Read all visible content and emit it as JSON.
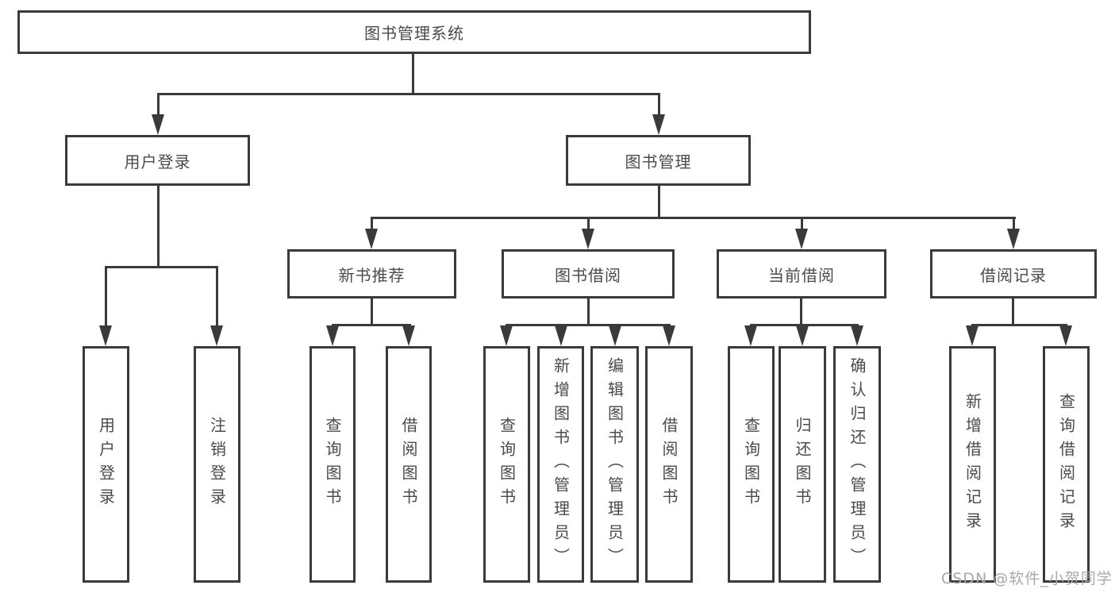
{
  "diagram": {
    "tree": {
      "root": "图书管理系统",
      "level2": [
        "用户登录",
        "图书管理"
      ],
      "login_children": [
        "用户登录",
        "注销登录"
      ],
      "level3": [
        "新书推荐",
        "图书借阅",
        "当前借阅",
        "借阅记录"
      ],
      "recommend_children": [
        "查询图书",
        "借阅图书"
      ],
      "borrow_children": [
        "查询图书",
        "新增图书（管理员）",
        "编辑图书（管理员）",
        "借阅图书"
      ],
      "current_children": [
        "查询图书",
        "归还图书",
        "确认归还（管理员）"
      ],
      "records_children": [
        "新增借阅记录",
        "查询借阅记录"
      ]
    },
    "watermark": "CSDN @软件_小贺同学",
    "colors": {
      "line": "#3a3a3a",
      "text": "#4a4a4a",
      "watermark": "#a8a8a8",
      "background": "#ffffff"
    }
  }
}
